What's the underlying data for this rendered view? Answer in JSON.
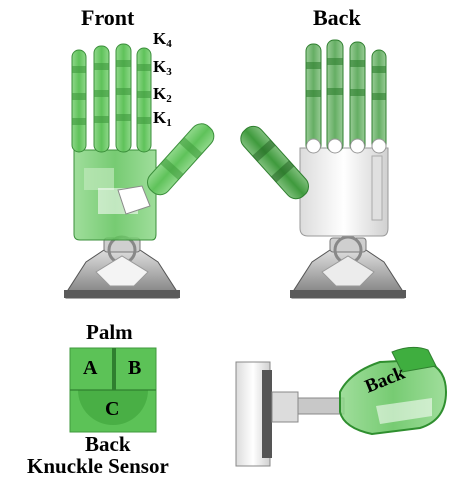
{
  "titles": {
    "front": "Front",
    "back": "Back"
  },
  "knuckle_labels": [
    {
      "letter": "K",
      "sub": "4"
    },
    {
      "letter": "K",
      "sub": "3"
    },
    {
      "letter": "K",
      "sub": "2"
    },
    {
      "letter": "K",
      "sub": "1"
    }
  ],
  "sensor": {
    "palm_label": "Palm",
    "zones": [
      "A",
      "B",
      "C"
    ],
    "back_label": "Back",
    "caption": "Knuckle Sensor"
  },
  "side_view": {
    "tag": "Back"
  },
  "colors": {
    "green": "#3fae3f",
    "green_light": "#9ed99a",
    "green_dark": "#2f7f2f",
    "white_part": "#f2f2f2",
    "grey": "#8a8a8a",
    "dark": "#3a3a3a"
  }
}
